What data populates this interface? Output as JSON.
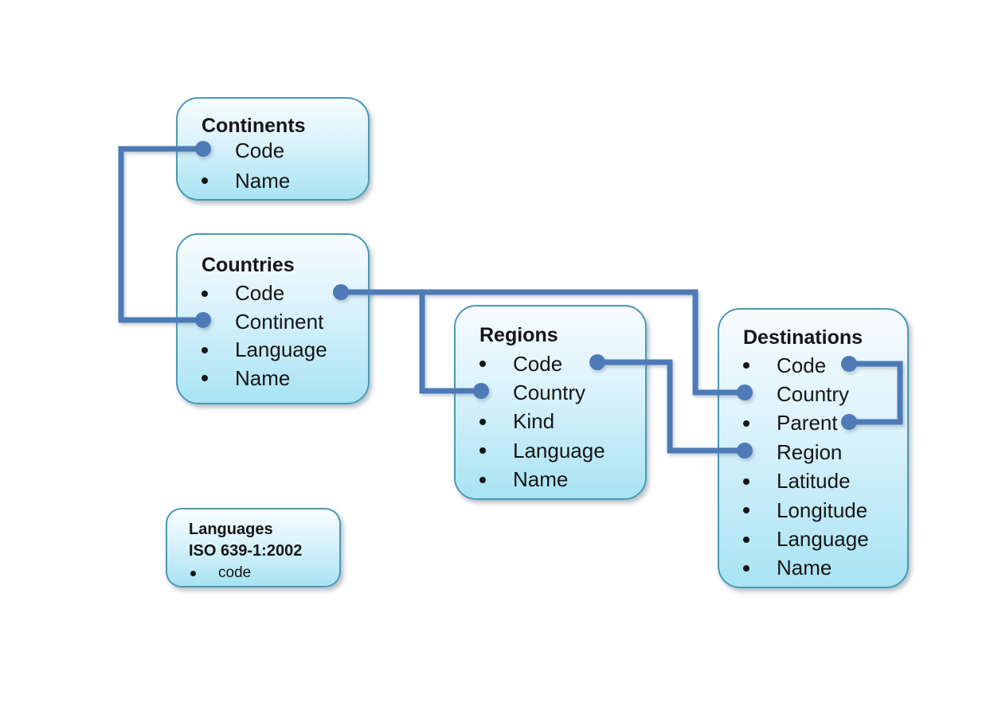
{
  "diagram": {
    "kind": "entity-relationship",
    "background": "#ffffff",
    "colors": {
      "box_border": "#4b99b4",
      "box_fill_top": "#f7fcfe",
      "box_fill_bottom": "#a8e3f3",
      "connector": "#4e7bb8",
      "text": "#161616"
    },
    "entities": [
      {
        "title": "Continents",
        "fields": [
          {
            "label": "Code"
          },
          {
            "label": "Name"
          }
        ]
      },
      {
        "title": "Countries",
        "fields": [
          {
            "label": "Code"
          },
          {
            "label": "Continent"
          },
          {
            "label": "Language"
          },
          {
            "label": "Name"
          }
        ]
      },
      {
        "title": "Regions",
        "fields": [
          {
            "label": "Code"
          },
          {
            "label": "Country"
          },
          {
            "label": "Kind"
          },
          {
            "label": "Language"
          },
          {
            "label": "Name"
          }
        ]
      },
      {
        "title": "Destinations",
        "fields": [
          {
            "label": "Code"
          },
          {
            "label": "Country"
          },
          {
            "label": "Parent"
          },
          {
            "label": "Region"
          },
          {
            "label": "Latitude"
          },
          {
            "label": "Longitude"
          },
          {
            "label": "Language"
          },
          {
            "label": "Name"
          }
        ]
      },
      {
        "title": "Languages",
        "subtitle": "ISO 639-1:2002",
        "fields": [
          {
            "label": "code"
          }
        ]
      }
    ],
    "relationships": [
      {
        "from": "Continents.Code",
        "to": "Countries.Continent"
      },
      {
        "from": "Countries.Code",
        "to": "Regions.Country"
      },
      {
        "from": "Countries.Code",
        "to": "Destinations.Country"
      },
      {
        "from": "Regions.Code",
        "to": "Destinations.Region"
      },
      {
        "from": "Destinations.Code",
        "to": "Destinations.Parent"
      }
    ]
  }
}
